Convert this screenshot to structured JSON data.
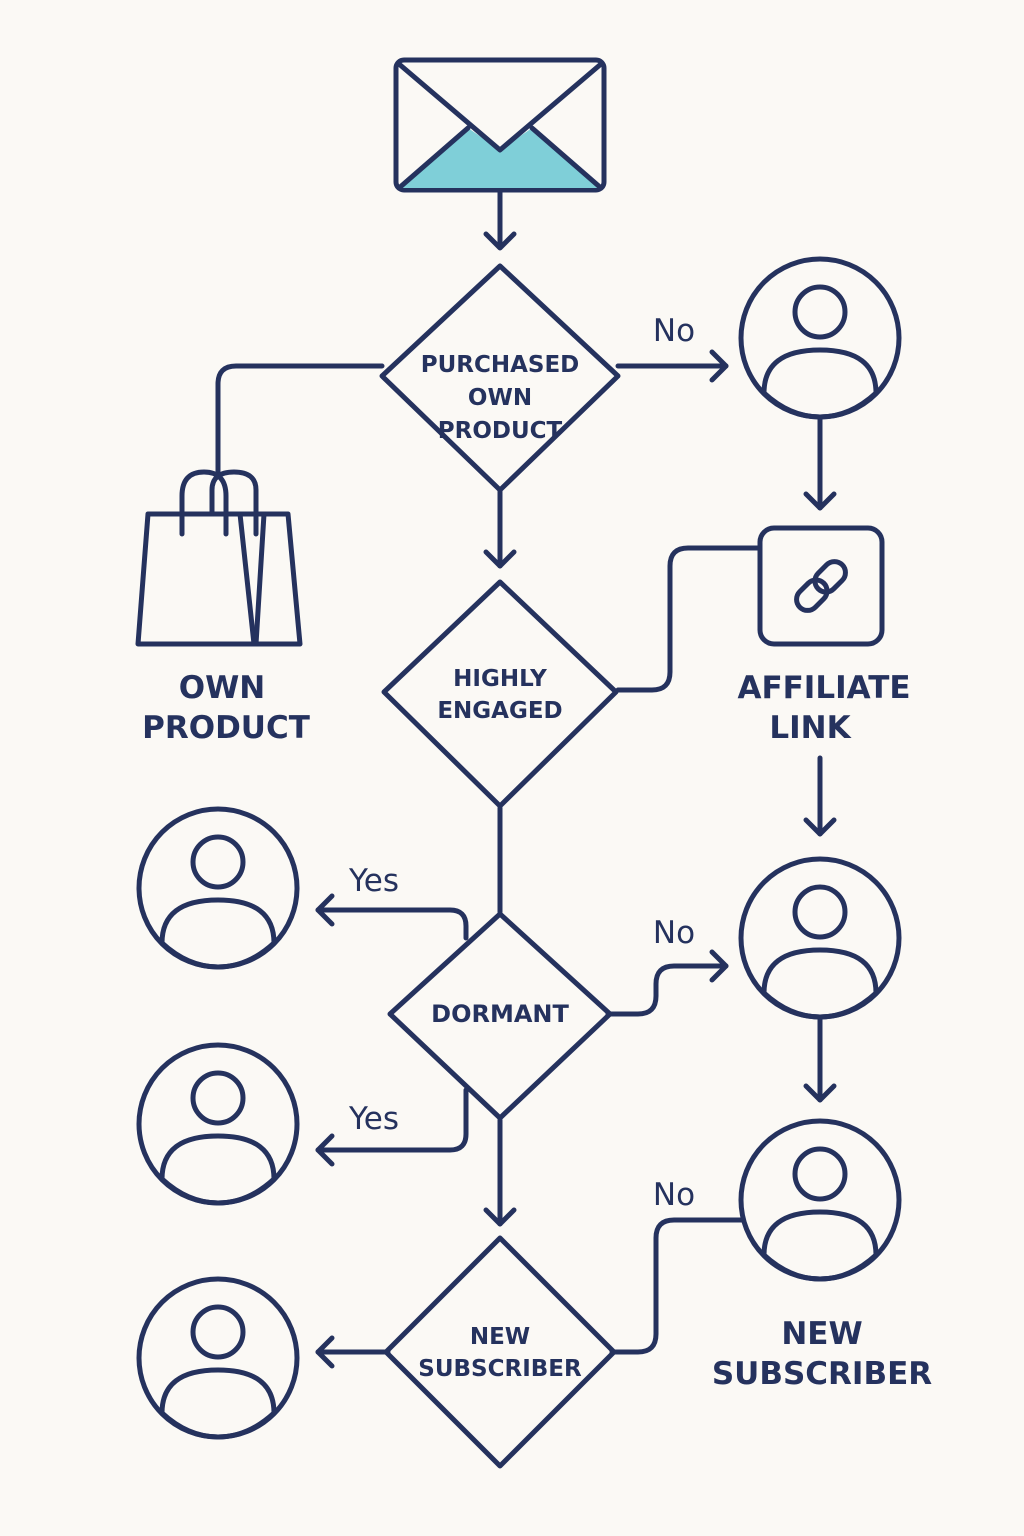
{
  "colors": {
    "stroke": "#25325e",
    "decision_fill": "#7fcfd8",
    "user_dark": "#6f86d6",
    "user_light": "#7fcfd8",
    "envelope_fill": "#e4e4e6",
    "bag_fill": "#e4e4e6",
    "background": "#fbf9f5"
  },
  "decisions": {
    "purchased": [
      "PURCHASED",
      "OWN",
      "PRODUCT"
    ],
    "engaged": [
      "HIGHLY",
      "ENGAGED"
    ],
    "dormant": [
      "DORMANT"
    ],
    "new_subscriber": [
      "NEW",
      "SUBSCRIBER"
    ]
  },
  "labels": {
    "own_product": [
      "OWN",
      "PRODUCT"
    ],
    "affiliate_link": [
      "AFFILIATE",
      "LINK"
    ],
    "new_subscriber": [
      "NEW",
      "SUBSCRIBER"
    ]
  },
  "edges": {
    "purchased_no": "No",
    "dormant_yes_upper": "Yes",
    "dormant_yes_lower": "Yes",
    "dormant_no": "No",
    "subscriber_no": "No"
  },
  "icons": {
    "start": "envelope-icon",
    "own_product": "shopping-bag-icon",
    "affiliate": "chain-link-icon",
    "user": "user-circle-icon"
  }
}
